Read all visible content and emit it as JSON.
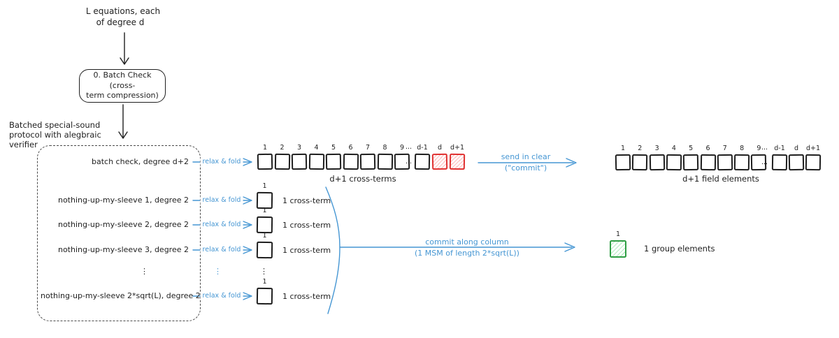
{
  "colors": {
    "ink": "#1f1f1f",
    "blue": "#4596d3",
    "red": "#e03131",
    "red_fill": "#ffbcbc",
    "green": "#2f9e44",
    "green_fill": "#b5ecc2"
  },
  "header": {
    "input_label": [
      "L equations, each",
      "of degree d"
    ],
    "batch_check_box": [
      "0. Batch Check (cross-",
      "term compression)"
    ]
  },
  "protocol_box": {
    "caption": [
      "Batched special-sound",
      "protocol with alegbraic",
      "verifier"
    ],
    "rows": [
      "batch check, degree d+2",
      "nothing-up-my-sleeve 1, degree 2",
      "nothing-up-my-sleeve 2, degree 2",
      "nothing-up-my-sleeve 3, degree 2",
      "nothing-up-my-sleeve 2*sqrt(L), degree 2"
    ],
    "ellipsis": "⋮"
  },
  "relax_fold_label": "relax & fold",
  "cross_term_row": {
    "labels": [
      "1",
      "2",
      "3",
      "4",
      "5",
      "6",
      "7",
      "8",
      "9",
      "d-1",
      "d",
      "d+1"
    ],
    "ellipsis": "...",
    "caption": "d+1 cross-terms"
  },
  "single_rows": [
    {
      "num": "1",
      "caption": "1 cross-term"
    },
    {
      "num": "1",
      "caption": "1 cross-term"
    },
    {
      "num": "1",
      "caption": "1 cross-term"
    },
    {
      "num": "1",
      "caption": "1 cross-term"
    }
  ],
  "send_arrow": {
    "label": [
      "send in clear",
      "(\"commit\")"
    ]
  },
  "field_row": {
    "labels": [
      "1",
      "2",
      "3",
      "4",
      "5",
      "6",
      "7",
      "8",
      "9",
      "d-1",
      "d",
      "d+1"
    ],
    "ellipsis": "...",
    "caption": "d+1 field elements"
  },
  "commit_arrow": {
    "label": [
      "commit along column",
      "(1 MSM of length 2*sqrt(L))"
    ]
  },
  "group_element": {
    "num": "1",
    "caption": "1 group elements"
  }
}
